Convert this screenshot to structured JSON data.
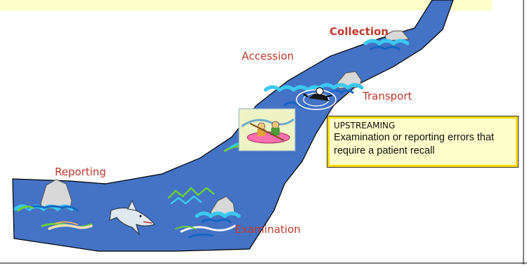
{
  "colors": {
    "top_banner": "#ffffcc",
    "river_fill": "#4472c4",
    "river_stroke": "#000000",
    "label_red": "#c0392b",
    "wave_cyan": "#3cc8f0",
    "wave_blue": "#1565c0",
    "callout_fill": "#ffffcc",
    "callout_border": "#ffd700"
  },
  "labels": {
    "collection": "Collection",
    "accession": "Accession",
    "transport": "Transport",
    "reporting": "Reporting",
    "examination": "Examination"
  },
  "callout": {
    "title": "UPSTREAMING",
    "body": "Examination or reporting errors that require a patient recall"
  },
  "icons": [
    "rock-icon",
    "shark-icon",
    "raft-icon",
    "swimmer-icon",
    "wave-icon",
    "seaweed-icon"
  ]
}
